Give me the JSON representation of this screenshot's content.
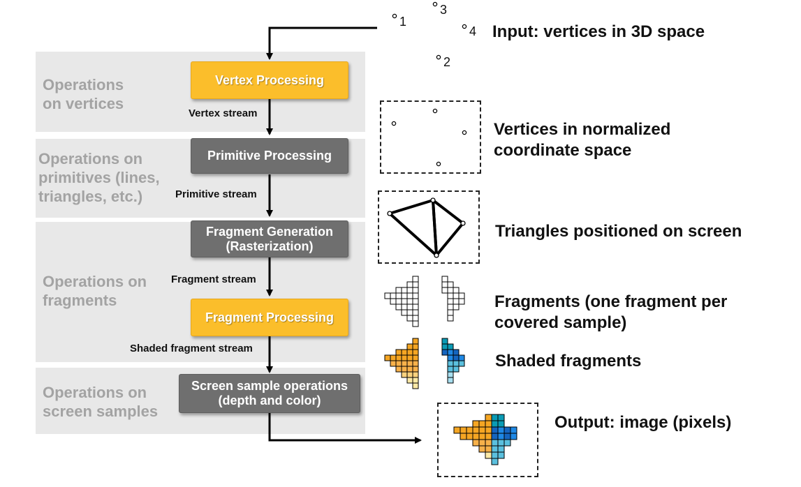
{
  "bands": [
    {
      "id": "vertices",
      "label": "Operations\non vertices"
    },
    {
      "id": "primitives",
      "label": "Operations on\nprimitives (lines,\ntriangles, etc.)"
    },
    {
      "id": "fragments",
      "label": "Operations on\nfragments"
    },
    {
      "id": "screen",
      "label": "Operations on\nscreen samples"
    }
  ],
  "stages": {
    "vertex": "Vertex Processing",
    "primitive": "Primitive Processing",
    "fragment_gen": "Fragment Generation\n(Rasterization)",
    "fragment_proc": "Fragment Processing",
    "screen_ops": "Screen sample operations\n(depth and color)"
  },
  "streams": {
    "vertex": "Vertex stream",
    "primitive": "Primitive stream",
    "fragment": "Fragment stream",
    "shaded": "Shaded fragment stream"
  },
  "captions": {
    "input": "Input: vertices in 3D space",
    "normalized": "Vertices in normalized\ncoordinate space",
    "triangles": "Triangles positioned on screen",
    "fragments": "Fragments (one fragment per\ncovered sample)",
    "shaded": "Shaded fragments",
    "output": "Output: image (pixels)"
  },
  "vertex_labels": [
    "1",
    "2",
    "3",
    "4"
  ],
  "colors": {
    "band": "#e8e8e8",
    "band_text": "#a3a3a3",
    "stage_yellow": "#fbbe2b",
    "stage_gray": "#6f6f6f",
    "orange_shades": [
      "#f5a623",
      "#f7b14a",
      "#fad27e",
      "#fde9a6"
    ],
    "blue_shades": [
      "#1565c0",
      "#1e88e5",
      "#0a9bb5",
      "#5bc0de",
      "#a8dff0"
    ]
  }
}
